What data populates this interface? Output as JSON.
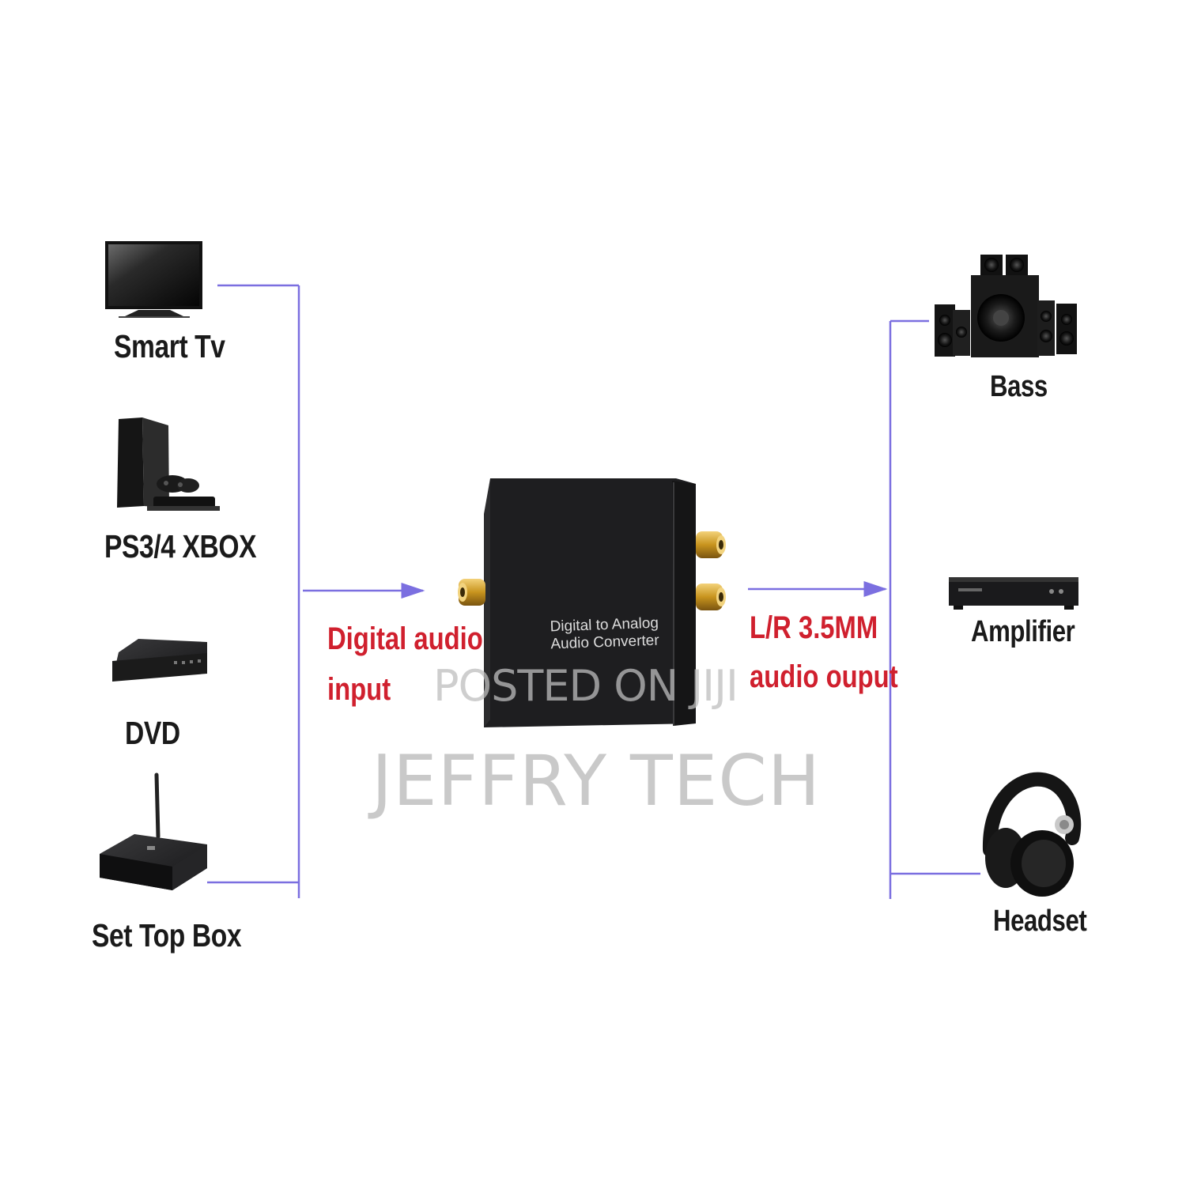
{
  "sources": [
    {
      "id": "smart-tv",
      "label": "Smart Tv",
      "icon": "tv-icon"
    },
    {
      "id": "ps-xbox",
      "label": "PS3/4 XBOX",
      "icon": "game-console-icon"
    },
    {
      "id": "dvd",
      "label": "DVD",
      "icon": "dvd-player-icon"
    },
    {
      "id": "set-top-box",
      "label": "Set Top Box",
      "icon": "set-top-box-icon"
    }
  ],
  "outputs": [
    {
      "id": "bass",
      "label": "Bass",
      "icon": "speaker-system-icon"
    },
    {
      "id": "amplifier",
      "label": "Amplifier",
      "icon": "amplifier-icon"
    },
    {
      "id": "headset",
      "label": "Headset",
      "icon": "headphones-icon"
    }
  ],
  "converter": {
    "line1": "Digital to Analog",
    "line2": "Audio Converter",
    "icon": "converter-box-icon"
  },
  "input_label": {
    "line1": "Digital audio",
    "line2": "input"
  },
  "output_label": {
    "line1": "L/R 3.5MM",
    "line2": "audio ouput"
  },
  "watermarks": {
    "small": "POSTED ON JIJI",
    "large": "JEFFRY TECH"
  },
  "colors": {
    "connector": "#7b6fe0",
    "accent_red": "#d0202e",
    "device_body": "#1c1c1e",
    "gold_jack": "#d4a22a",
    "watermark": "#c8c8c8"
  }
}
